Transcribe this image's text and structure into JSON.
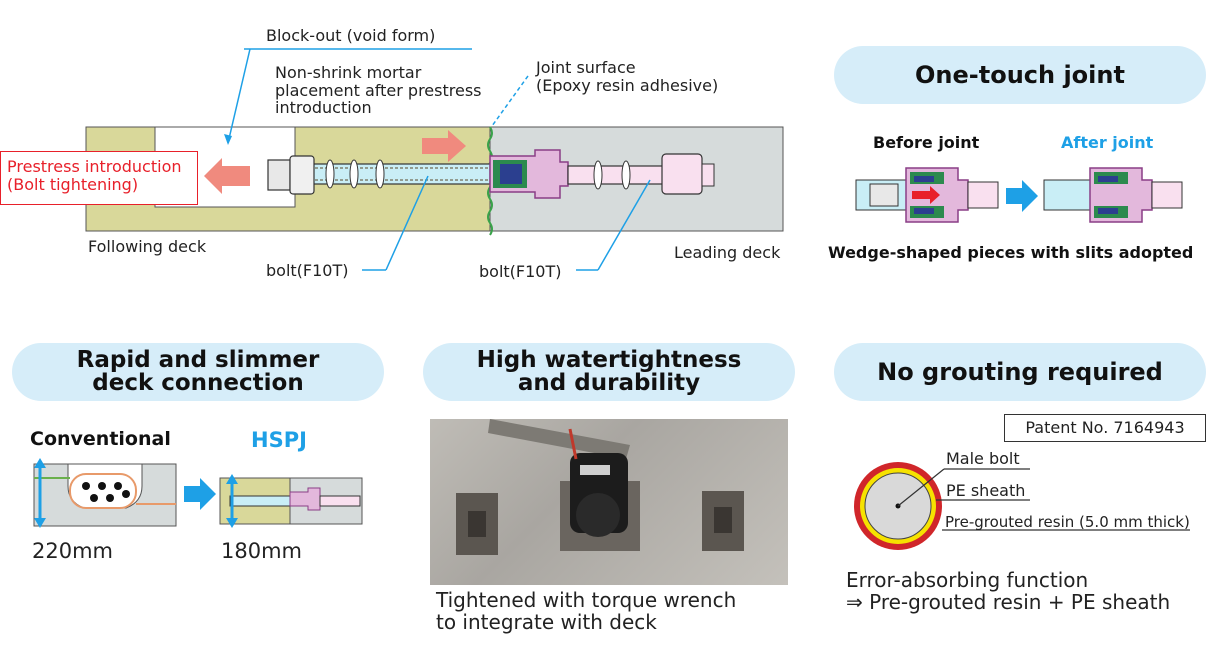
{
  "main_diagram": {
    "blockout_label": "Block-out (void form)",
    "mortar_label": "Non-shrink mortar\nplacement after prestress\n introduction",
    "joint_surface_label": "Joint surface\n(Epoxy resin adhesive)",
    "prestress_label": "Prestress introduction\n(Bolt tightening)",
    "following_deck_label": "Following deck",
    "leading_deck_label": "Leading deck",
    "bolt_left_label": "bolt(F10T)",
    "bolt_right_label": "bolt(F10T)"
  },
  "one_touch": {
    "title": "One-touch joint",
    "before_label": "Before joint",
    "after_label": "After joint",
    "caption": "Wedge-shaped pieces with slits adopted"
  },
  "rapid": {
    "title": "Rapid and slimmer\ndeck connection",
    "conventional_label": "Conventional",
    "hspj_label": "HSPJ",
    "conventional_depth": "220mm",
    "hspj_depth": "180mm"
  },
  "watertight": {
    "title": "High watertightness\nand durability",
    "caption": "Tightened with torque wrench\nto integrate with deck"
  },
  "no_grout": {
    "title": "No grouting required",
    "patent": "Patent No. 7164943",
    "male_bolt_label": "Male bolt",
    "pe_sheath_label": "PE sheath",
    "resin_label": "Pre-grouted resin (5.0 mm thick)",
    "caption": "Error-absorbing function\n⇒ Pre-grouted resin + PE sheath"
  },
  "colors": {
    "pill_bg": "#d6edf9",
    "accent_blue": "#1ea0e6",
    "prestress_red": "#e8202a",
    "mortar_fill": "#d9d89a",
    "leading_deck_fill": "#d6dbdb",
    "coupler_purple": "#b46aa8"
  }
}
